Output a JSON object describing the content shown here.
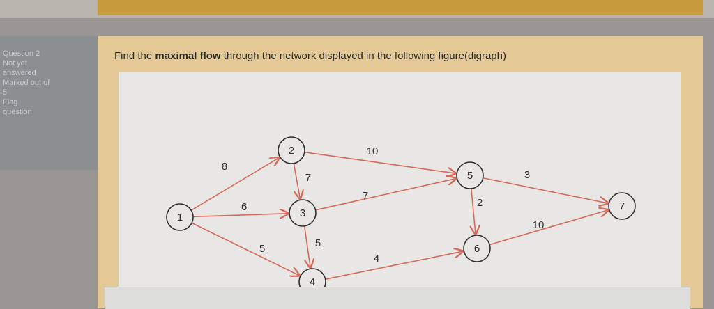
{
  "sidebar": {
    "lines": [
      "Question 2",
      "Not yet",
      "answered",
      "Marked out of",
      "5",
      "Flag",
      "question"
    ]
  },
  "question": {
    "prefix": "Find the ",
    "bold": "maximal flow",
    "suffix": " through the network displayed in the following figure(digraph)"
  },
  "graph": {
    "nodes": [
      {
        "id": "1",
        "label": "1"
      },
      {
        "id": "2",
        "label": "2"
      },
      {
        "id": "3",
        "label": "3"
      },
      {
        "id": "4",
        "label": "4"
      },
      {
        "id": "5",
        "label": "5"
      },
      {
        "id": "6",
        "label": "6"
      },
      {
        "id": "7",
        "label": "7"
      }
    ],
    "edges": [
      {
        "from": "1",
        "to": "2",
        "capacity": "8"
      },
      {
        "from": "1",
        "to": "3",
        "capacity": "6"
      },
      {
        "from": "1",
        "to": "4",
        "capacity": "5"
      },
      {
        "from": "2",
        "to": "3",
        "capacity": "7"
      },
      {
        "from": "2",
        "to": "5",
        "capacity": "10"
      },
      {
        "from": "3",
        "to": "4",
        "capacity": "5"
      },
      {
        "from": "3",
        "to": "5",
        "capacity": "7"
      },
      {
        "from": "4",
        "to": "6",
        "capacity": "4"
      },
      {
        "from": "5",
        "to": "6",
        "capacity": "2"
      },
      {
        "from": "5",
        "to": "7",
        "capacity": "3"
      },
      {
        "from": "6",
        "to": "7",
        "capacity": "10"
      }
    ]
  }
}
